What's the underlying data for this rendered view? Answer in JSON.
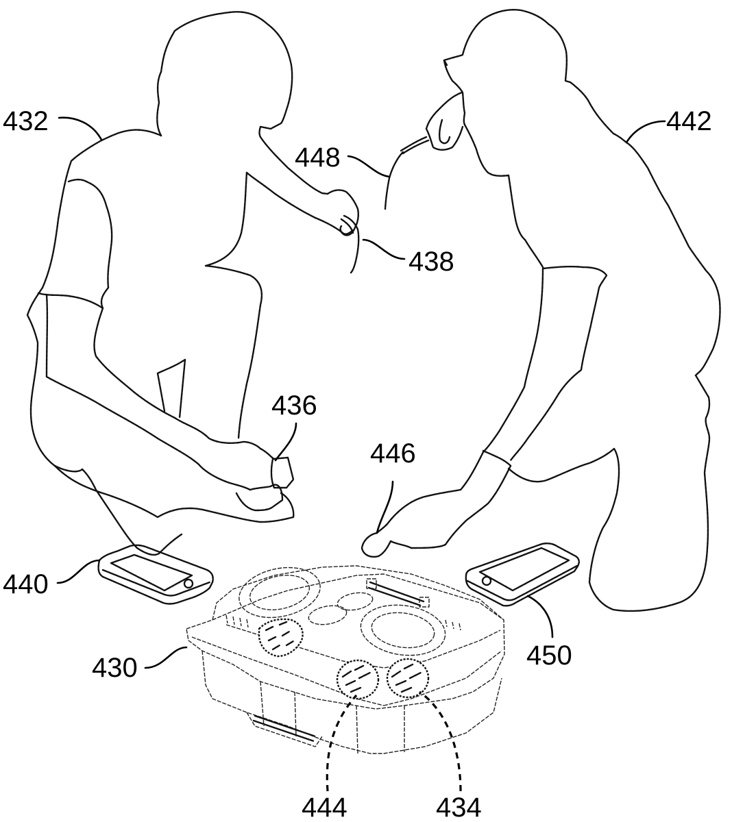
{
  "figure": {
    "type": "patent-drawing",
    "description": "Two people crouching around a tabletop game device with two mobile phones",
    "line_color": "#111111",
    "background": "#ffffff"
  },
  "reference_numerals": {
    "device": "430",
    "person_left": "432",
    "device_feature_right": "434",
    "left_hand_object": "436",
    "left_raised_object": "438",
    "phone_left": "440",
    "person_right": "442",
    "device_feature_left": "444",
    "right_hand_object": "446",
    "right_raised_object": "448",
    "phone_right": "450"
  }
}
